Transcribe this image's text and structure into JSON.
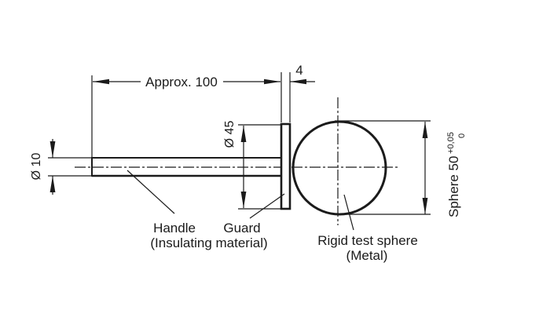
{
  "drawing": {
    "background_color": "#ffffff",
    "ink_color": "#1b1b1b",
    "dim": {
      "handle_length": "Approx. 100",
      "guard_thickness": "4",
      "handle_diameter": "Ø 10",
      "guard_diameter": "Ø 45",
      "sphere_diameter": "Sphere 50",
      "sphere_tolerance_upper": "+0,05",
      "sphere_tolerance_lower": "0"
    },
    "labels": {
      "handle": "Handle",
      "handle_material": "(Insulating material)",
      "guard": "Guard",
      "sphere": "Rigid test sphere",
      "sphere_material": "(Metal)"
    }
  }
}
